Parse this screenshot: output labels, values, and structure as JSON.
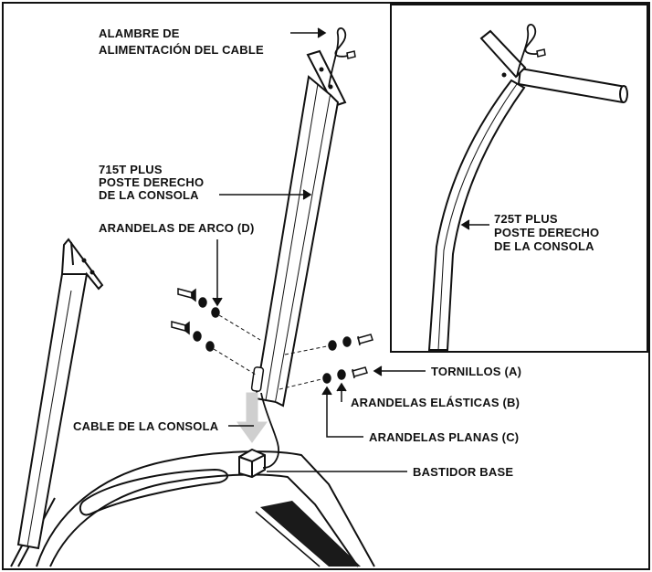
{
  "labels": {
    "power_wire": [
      "ALAMBRE DE",
      "ALIMENTACIÓN DEL CABLE"
    ],
    "post_715t": [
      "715T PLUS",
      "POSTE DERECHO",
      "DE LA CONSOLA"
    ],
    "arc_washers": "ARANDELAS DE ARCO (D)",
    "post_725t": [
      "725T PLUS",
      "POSTE DERECHO",
      "DE LA CONSOLA"
    ],
    "bolts": "TORNILLOS (A)",
    "lock_washers": "ARANDELAS ELÁSTICAS (B)",
    "console_cable": "CABLE DE LA CONSOLA",
    "flat_washers": "ARANDELAS PLANAS (C)",
    "base_frame": "BASTIDOR BASE"
  },
  "colors": {
    "ink": "#111111",
    "paper": "#ffffff",
    "shade": "#cfcfcf",
    "belt": "#1a1a1a"
  }
}
